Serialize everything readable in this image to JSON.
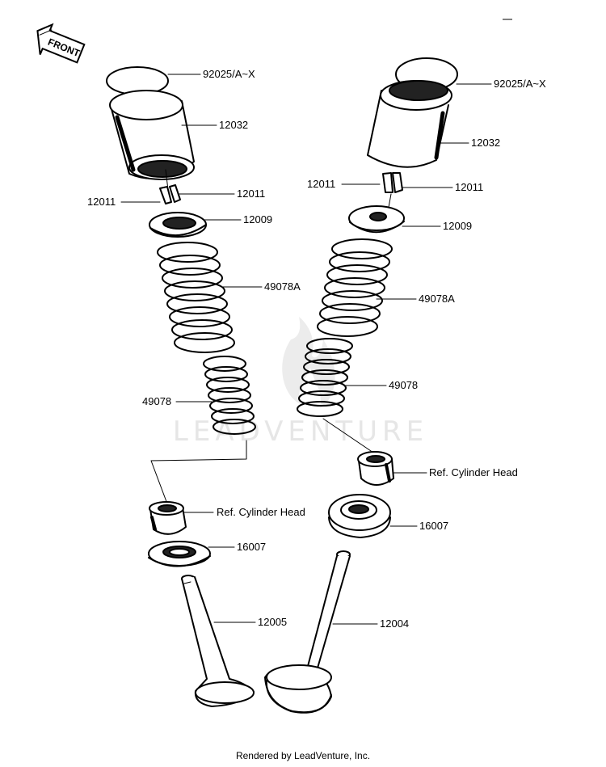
{
  "front_label": "FRONT",
  "watermark": "LEADVENTURE",
  "footer": "Rendered by LeadVenture, Inc.",
  "left_labels": {
    "shim": "92025/A~X",
    "lifter": "12032",
    "keeper_left": "12011",
    "keeper_right": "12011",
    "retainer": "12009",
    "outer_spring": "49078A",
    "inner_spring": "49078",
    "ref_head": "Ref.  Cylinder Head",
    "seat": "16007",
    "valve": "12005"
  },
  "right_labels": {
    "shim": "92025/A~X",
    "lifter": "12032",
    "keeper_left": "12011",
    "keeper_right": "12011",
    "retainer": "12009",
    "outer_spring": "49078A",
    "inner_spring": "49078",
    "ref_head": "Ref.  Cylinder Head",
    "seat": "16007",
    "valve": "12004"
  }
}
